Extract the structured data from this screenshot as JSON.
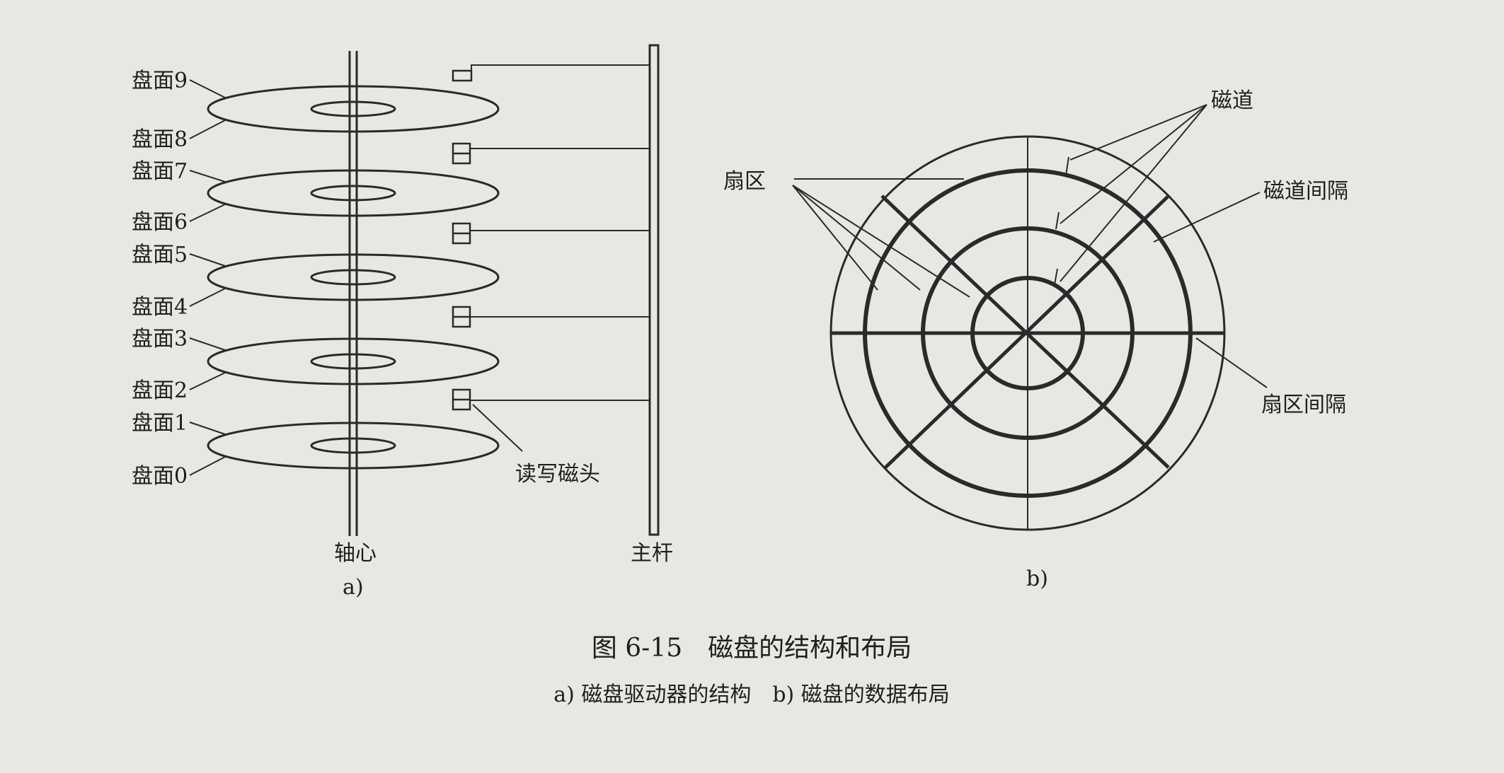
{
  "figure_a": {
    "surface_labels": [
      "盘面9",
      "盘面8",
      "盘面7",
      "盘面6",
      "盘面5",
      "盘面4",
      "盘面3",
      "盘面2",
      "盘面1",
      "盘面0"
    ],
    "spindle_label": "轴心",
    "arm_label": "主杆",
    "head_label": "读写磁头",
    "sublabel": "a)"
  },
  "figure_b": {
    "track_label": "磁道",
    "sector_label": "扇区",
    "track_gap_label": "磁道间隔",
    "sector_gap_label": "扇区间隔",
    "sublabel": "b)"
  },
  "caption": {
    "title": "图 6-15　磁盘的结构和布局",
    "subtitle": "a) 磁盘驱动器的结构　b) 磁盘的数据布局"
  }
}
